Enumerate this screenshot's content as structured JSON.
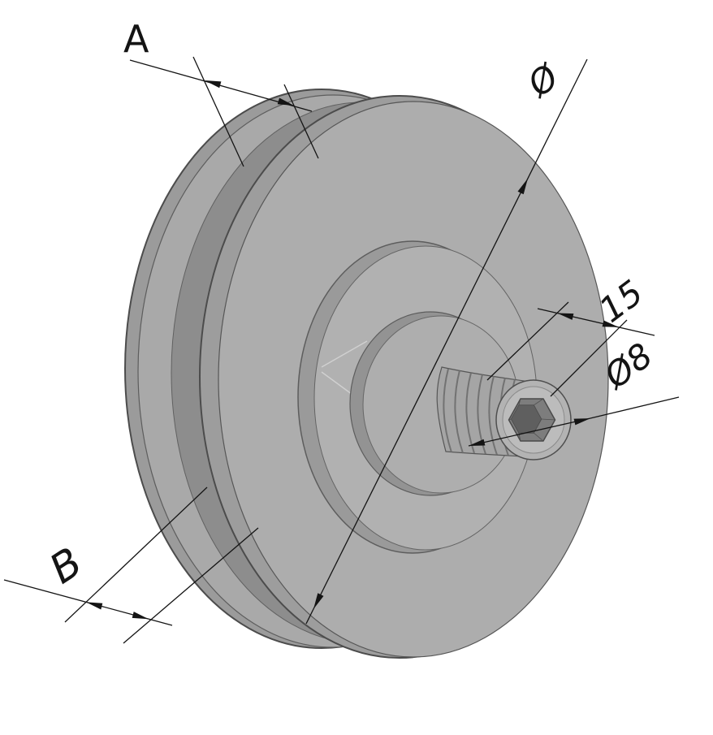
{
  "drawing": {
    "background_color": "#ffffff",
    "body_color": "#a9a9a9",
    "body_dark_color": "#8d8d8d",
    "body_light_color": "#b1b1b1",
    "outline_color": "#4c4c4c",
    "dimension_color": "#141414",
    "labels": {
      "groove_width": "A",
      "flange_width": "B",
      "outer_diameter": "Ø",
      "shaft_length": "15",
      "shaft_diameter": "Ø8"
    }
  }
}
